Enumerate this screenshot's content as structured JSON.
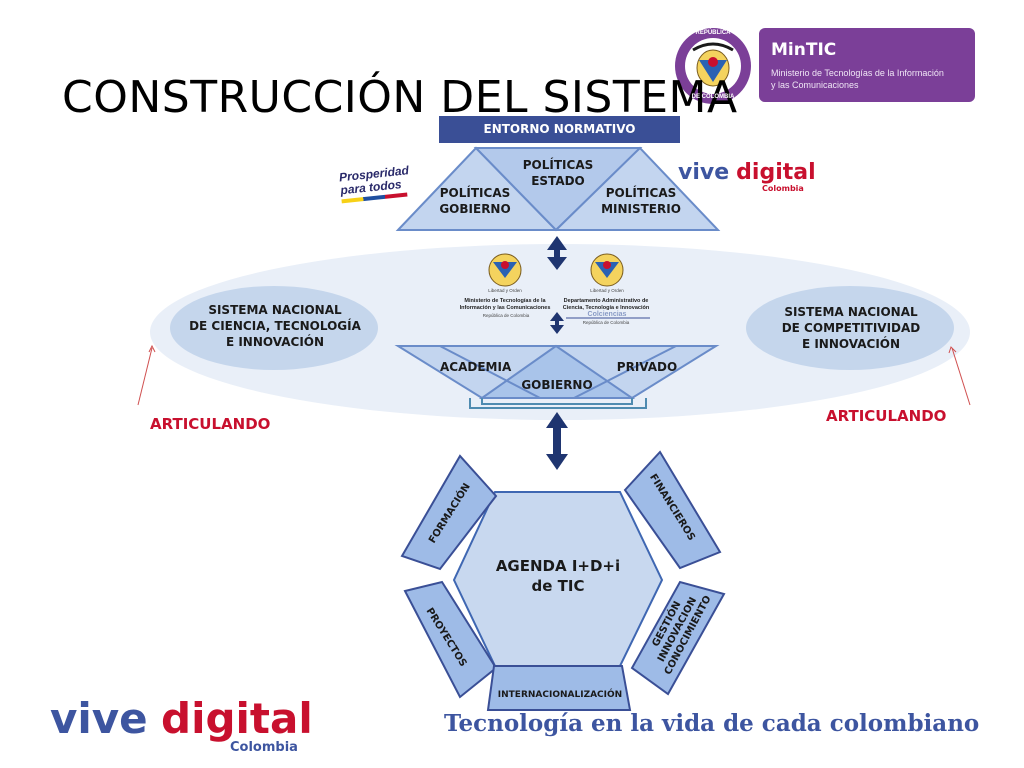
{
  "title": "CONSTRUCCIÓN DEL SISTEMA",
  "mintic": {
    "name": "MinTIC",
    "subtitle_line1": "Ministerio de Tecnologías de la Información",
    "subtitle_line2": "y las Comunicaciones",
    "seal_top": "REPÚBLICA",
    "seal_bottom": "DE COLOMBIA"
  },
  "entorno_normativo": "ENTORNO NORMATIVO",
  "politicas": {
    "estado_line1": "POLÍTICAS",
    "estado_line2": "ESTADO",
    "gobierno_line1": "POLÍTICAS",
    "gobierno_line2": "GOBIERNO",
    "ministerio_line1": "POLÍTICAS",
    "ministerio_line2": "MINISTERIO"
  },
  "prosperidad": {
    "line1": "Prosperidad",
    "line2": "para todos"
  },
  "vive_digital": {
    "vive": "vive",
    "digital": "digital",
    "country": "Colombia"
  },
  "entities": {
    "mintic_line1": "Ministerio de Tecnologías de la",
    "mintic_line2": "Información y las Comunicaciones",
    "mintic_country": "República de Colombia",
    "colciencias_line1": "Departamento Administrativo de",
    "colciencias_line2": "Ciencia, Tecnología e Innovación",
    "colciencias_name": "Colciencias",
    "colciencias_country": "República de Colombia",
    "seal_motto": "Libertad y Orden"
  },
  "sistemas": {
    "cti_line1": "SISTEMA NACIONAL",
    "cti_line2": "DE CIENCIA, TECNOLOGÍA",
    "cti_line3": "E INNOVACIÓN",
    "comp_line1": "SISTEMA NACIONAL",
    "comp_line2": "DE COMPETITIVIDAD",
    "comp_line3": "E INNOVACIÓN"
  },
  "actores": {
    "academia": "ACADEMIA",
    "privado": "PRIVADO",
    "gobierno": "GOBIERNO"
  },
  "articulando_left": "ARTICULANDO",
  "articulando_right": "ARTICULANDO",
  "agenda": {
    "line1": "AGENDA I+D+i",
    "line2": "de TIC"
  },
  "components": {
    "formacion": "FORMACIÓN",
    "financieros": "FINANCIEROS",
    "proyectos": "PROYECTOS",
    "gestion_line1": "GESTIÓN",
    "gestion_line2": "INNOVACION",
    "gestion_line3": "CONOCIMIENTO",
    "internacionalizacion": "INTERNACIONALIZACIÓN"
  },
  "slogan": "Tecnología en la vida de cada colombiano",
  "colors": {
    "dark_blue": "#3a4f96",
    "light_blue": "#c5d6ee",
    "mid_blue": "#a7c3e8",
    "navy_arrow": "#1f3570",
    "purple": "#7b3f98",
    "red": "#c8102e",
    "ellipse": "#e8eef7"
  }
}
